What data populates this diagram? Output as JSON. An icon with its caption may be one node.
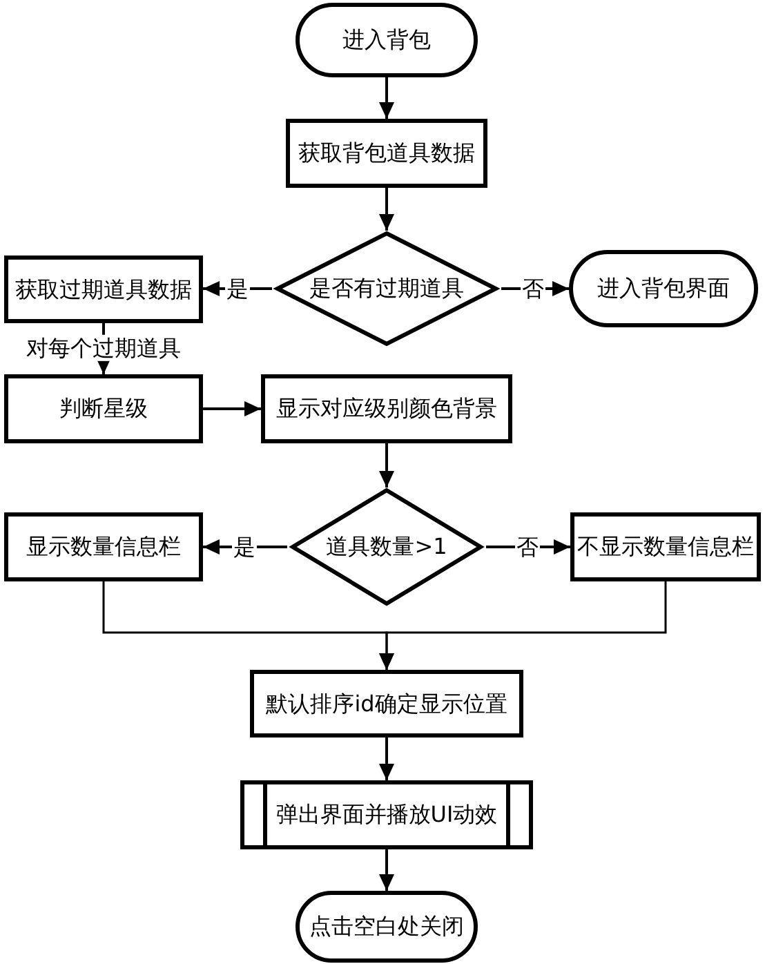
{
  "diagram": {
    "nodes": [
      {
        "text": [
          "进入背包"
        ]
      },
      {
        "text": [
          "获取背包道具数据"
        ]
      },
      {
        "text": [
          "是否有过期道具"
        ]
      },
      {
        "text": [
          "获取过期道具数据"
        ]
      },
      {
        "text": [
          "进入背包界面"
        ]
      },
      {
        "text": [
          "判断星级"
        ]
      },
      {
        "text": [
          "显示对应级别颜色背景"
        ]
      },
      {
        "text": [
          "道具数量>1"
        ]
      },
      {
        "text": [
          "显示数量信息栏"
        ]
      },
      {
        "text": [
          "不显示数量信息栏"
        ]
      },
      {
        "text": [
          "默认排序id确定显示位置"
        ]
      },
      {
        "text": [
          "弹出界面并播放UI动效"
        ]
      },
      {
        "text": [
          "点击空白处关闭"
        ]
      }
    ],
    "edges": [
      {
        "from": 0,
        "to": 1,
        "arrow": "to"
      },
      {
        "from": 1,
        "to": 2,
        "arrow": "to"
      },
      {
        "from": 2,
        "to": 3,
        "arrow": "to",
        "label": "是"
      },
      {
        "from": 2,
        "to": 4,
        "arrow": "to",
        "label": "否"
      },
      {
        "from": 3,
        "to": 5,
        "arrow": "to",
        "label": "对每个过期道具"
      },
      {
        "from": 5,
        "to": 6,
        "arrow": "to"
      },
      {
        "from": 6,
        "to": 7,
        "arrow": "to"
      },
      {
        "from": 7,
        "to": 8,
        "arrow": "to",
        "label": "是"
      },
      {
        "from": 7,
        "to": 9,
        "arrow": "to",
        "label": "否"
      },
      {
        "from": 8,
        "to": 10,
        "arrow": "to"
      },
      {
        "from": 9,
        "to": 10,
        "arrow": "to"
      },
      {
        "from": 10,
        "to": 11,
        "arrow": "to"
      },
      {
        "from": 11,
        "to": 12,
        "arrow": "to"
      }
    ]
  }
}
